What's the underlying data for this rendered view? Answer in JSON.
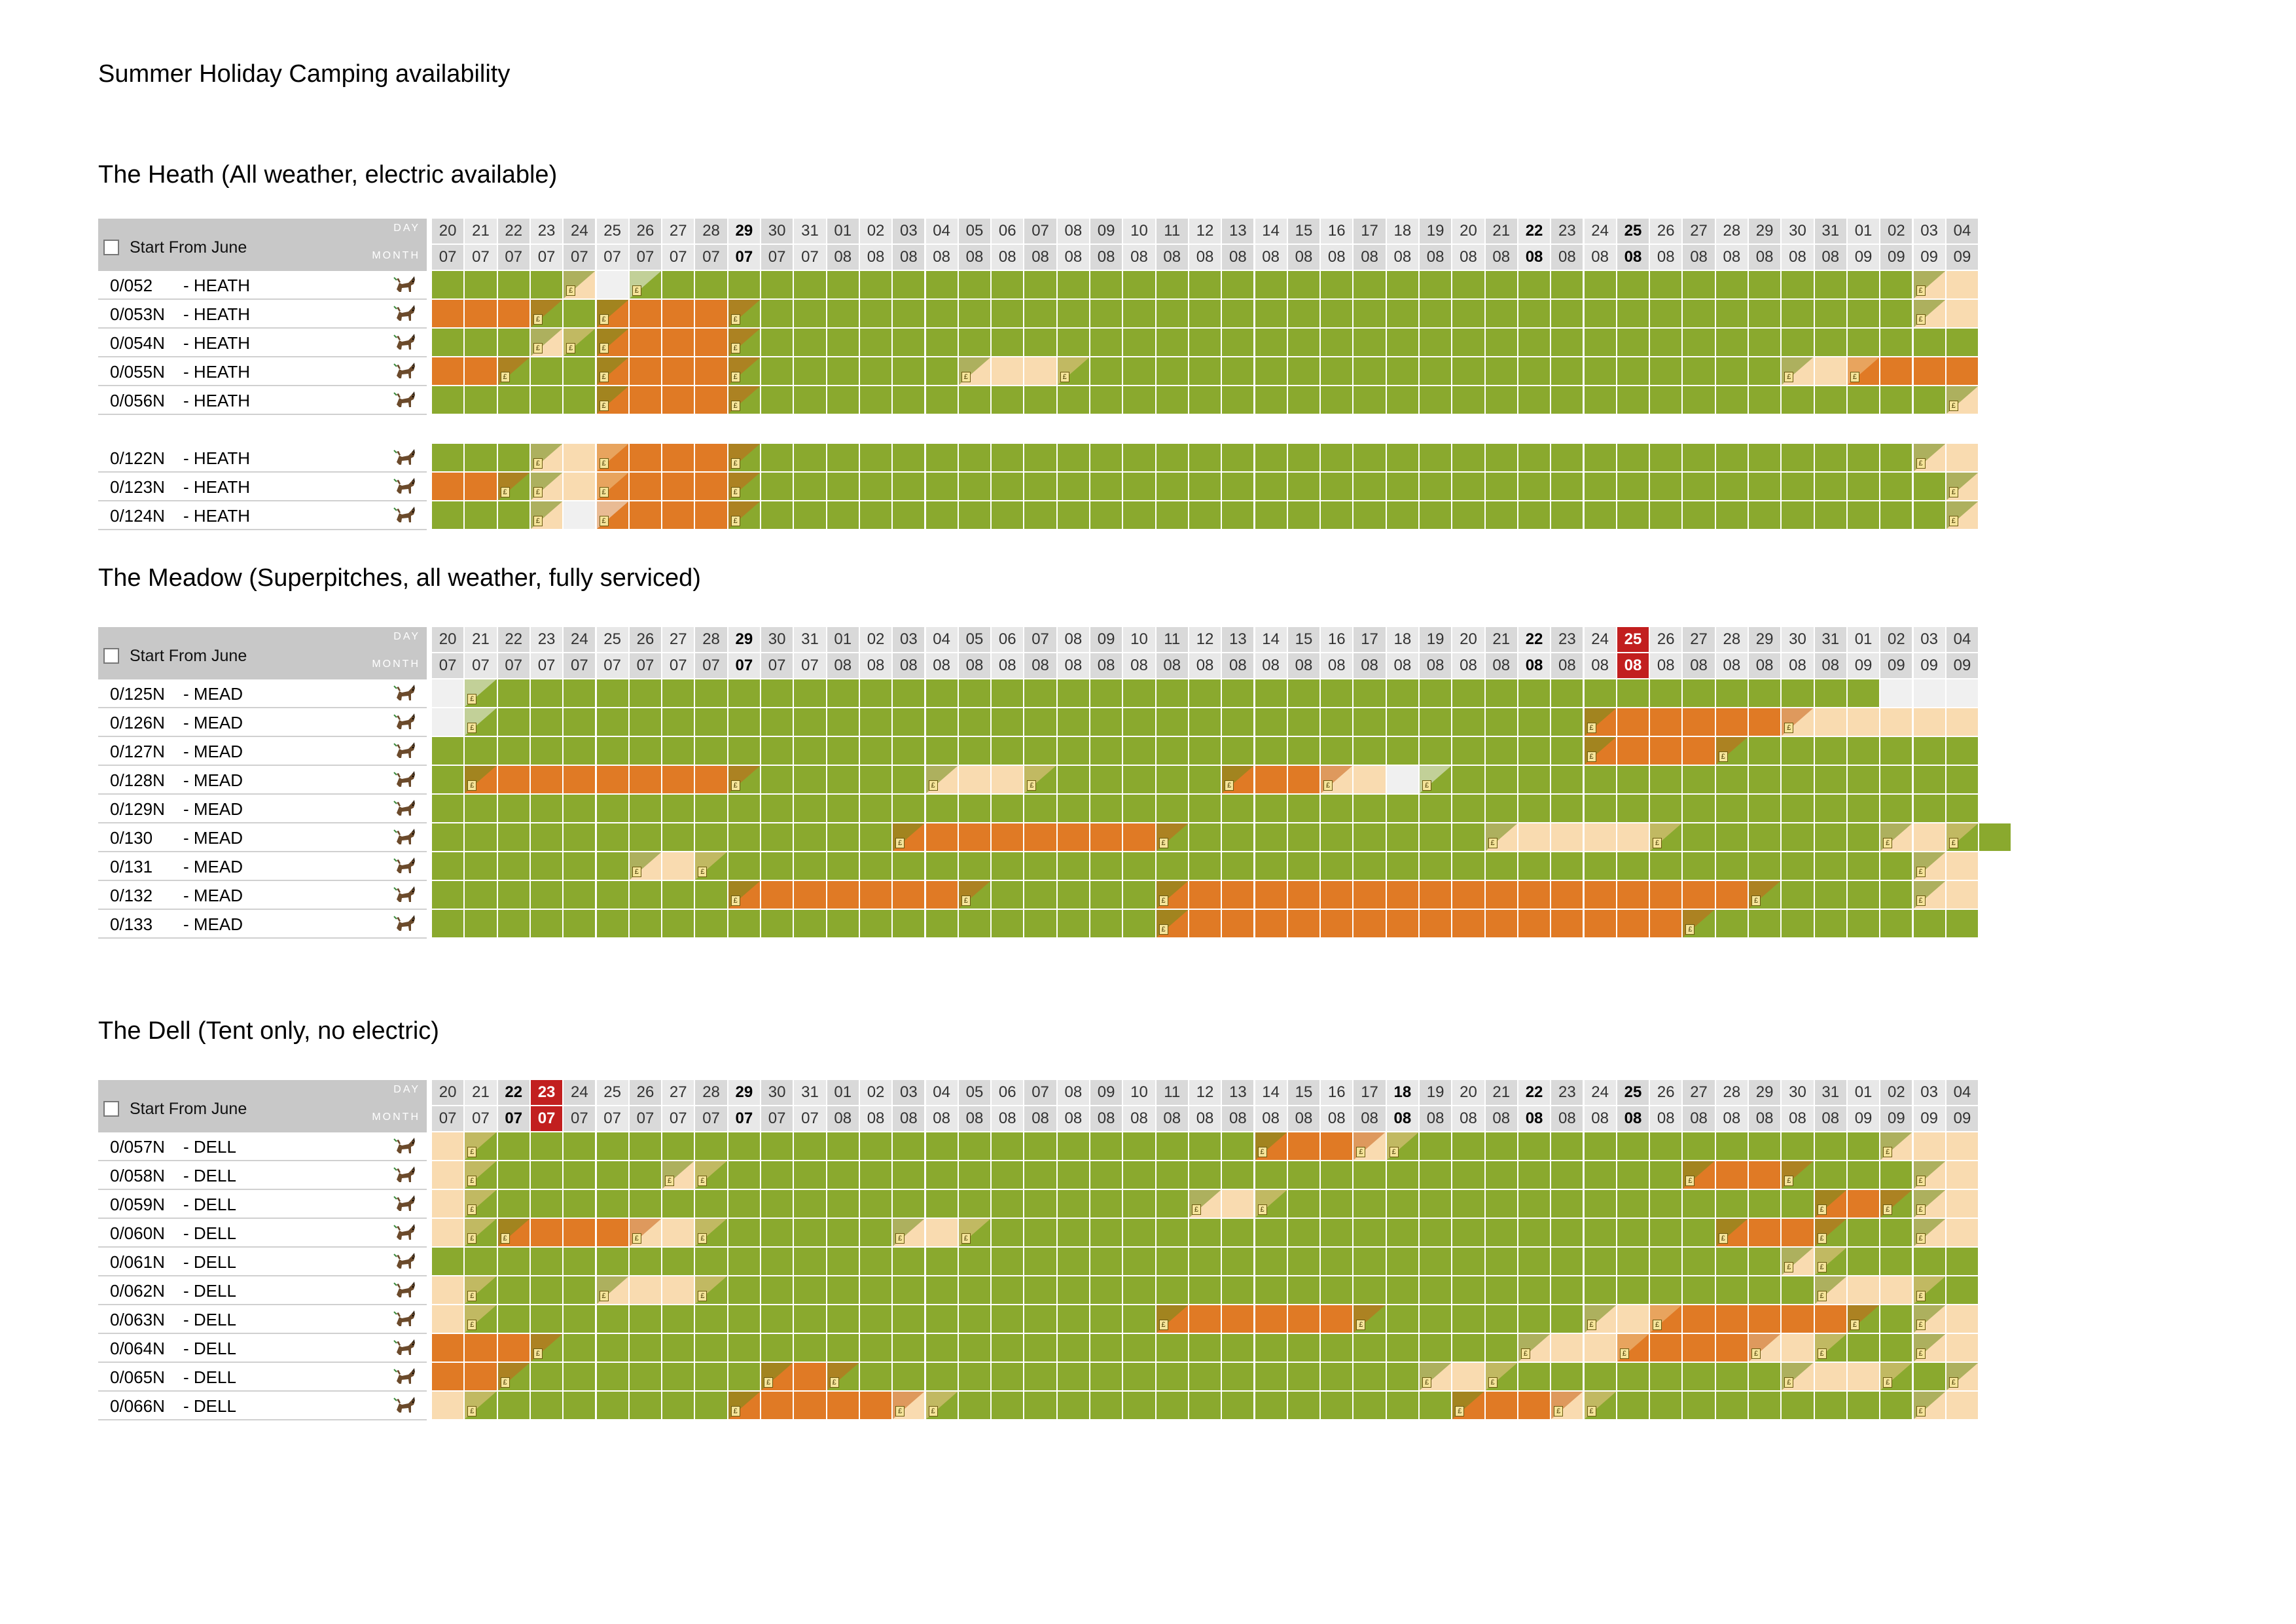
{
  "page_title": "Summer Holiday Camping availability",
  "colors": {
    "available": "#8aa92e",
    "booked": "#e07a25",
    "provisional": "#f9dbb0",
    "header_grey": "#c8c8c8",
    "highlight_red": "#c21f1f"
  },
  "header_labels": {
    "day": "DAY",
    "month": "MONTH",
    "start_from": "Start From June"
  },
  "days": [
    "20",
    "21",
    "22",
    "23",
    "24",
    "25",
    "26",
    "27",
    "28",
    "29",
    "30",
    "31",
    "01",
    "02",
    "03",
    "04",
    "05",
    "06",
    "07",
    "08",
    "09",
    "10",
    "11",
    "12",
    "13",
    "14",
    "15",
    "16",
    "17",
    "18",
    "19",
    "20",
    "21",
    "22",
    "23",
    "24",
    "25",
    "26",
    "27",
    "28",
    "29",
    "30",
    "31",
    "01",
    "02",
    "03",
    "04"
  ],
  "months": [
    "07",
    "07",
    "07",
    "07",
    "07",
    "07",
    "07",
    "07",
    "07",
    "07",
    "07",
    "07",
    "08",
    "08",
    "08",
    "08",
    "08",
    "08",
    "08",
    "08",
    "08",
    "08",
    "08",
    "08",
    "08",
    "08",
    "08",
    "08",
    "08",
    "08",
    "08",
    "08",
    "08",
    "08",
    "08",
    "08",
    "08",
    "08",
    "08",
    "08",
    "08",
    "08",
    "08",
    "09",
    "09",
    "09",
    "09"
  ],
  "sections": [
    {
      "title": "The Heath (All weather, electric available)",
      "bold_columns": [
        9,
        33,
        36
      ],
      "red_column": -1,
      "groups": [
        [
          {
            "code": "0/052",
            "site": "- HEATH",
            "cells": "GGGGPWGGGGGGGGGGGGGGGGGGGGGGGGGGGGGGGGGGGGGGGPP"
          },
          {
            "code": "0/053N",
            "site": "- HEATH",
            "cells": "OOOGGOOOOGGGGGGGGGGGGGGGGGGGGGGGGGGGGGGGGGGGGPP"
          },
          {
            "code": "0/054N",
            "site": "- HEATH",
            "cells": "GGGPGOOOOGGGGGGGGGGGGGGGGGGGGGGGGGGGGGGGGGGGGGG"
          },
          {
            "code": "0/055N",
            "site": "- HEATH",
            "cells": "OOGGGOOOOGGGGGGGPPPGGGGGGGGGGGGGGGGGGGGGGPPOOOO"
          },
          {
            "code": "0/056N",
            "site": "- HEATH",
            "cells": "GGGGGOOOOGGGGGGGGGGGGGGGGGGGGGGGGGGGGGGGGGGGGGP"
          }
        ],
        [
          {
            "code": "0/122N",
            "site": "- HEATH",
            "cells": "GGGPPOOOOGGGGGGGGGGGGGGGGGGGGGGGGGGGGGGGGGGGGPP"
          },
          {
            "code": "0/123N",
            "site": "- HEATH",
            "cells": "OOGPPOOOOGGGGGGGGGGGGGGGGGGGGGGGGGGGGGGGGGGGGGP"
          },
          {
            "code": "0/124N",
            "site": "- HEATH",
            "cells": "GGGPWOOOOGGGGGGGGGGGGGGGGGGGGGGGGGGGGGGGGGGGGGP"
          }
        ]
      ]
    },
    {
      "title": "The Meadow (Superpitches, all weather, fully serviced)",
      "bold_columns": [
        9,
        33,
        36
      ],
      "red_column": 36,
      "groups": [
        [
          {
            "code": "0/125N",
            "site": "- MEAD",
            "cells": "WGGGGGGGGGGGGGGGGGGGGGGGGGGGGGGGGGGGGGGGGGGGWWW"
          },
          {
            "code": "0/126N",
            "site": "- MEAD",
            "cells": "WGGGGGGGGGGGGGGGGGGGGGGGGGGGGGGGGGGOOOOOOPPPPPP"
          },
          {
            "code": "0/127N",
            "site": "- MEAD",
            "cells": "GGGGGGGGGGGGGGGGGGGGGGGGGGGGGGGGGGGOOOOGGGGGGGG"
          },
          {
            "code": "0/128N",
            "site": "- MEAD",
            "cells": "GOOOOOOOOGGGGGGPPPGGGGGGOOOPPWGGGGGGGGGGGGGGGGG"
          },
          {
            "code": "0/129N",
            "site": "- MEAD",
            "cells": "GGGGGGGGGGGGGGGGGGGGGGGGGGGGGGGGGGGGGGGGGGGGGGG"
          },
          {
            "code": "0/130",
            "site": "- MEAD",
            "cells": "GGGGGGGGGGGGGGOOOOOOOOGGGGGGGGGGPPPPPGGGGGGGPPGG"
          },
          {
            "code": "0/131",
            "site": "- MEAD",
            "cells": "GGGGGGPPGGGGGGGGGGGGGGGGGGGGGGGGGGGGGGGGGGGGGPP"
          },
          {
            "code": "0/132",
            "site": "- MEAD",
            "cells": "GGGGGGGGGOOOOOOOGGGGGGOOOOOOOOOOOOOOOOOOGGGGGPP"
          },
          {
            "code": "0/133",
            "site": "- MEAD",
            "cells": "GGGGGGGGGGGGGGGGGGGGGGOOOOOOOOOOOOOOOOGGGGGGGGG"
          }
        ]
      ]
    },
    {
      "title": "The Dell (Tent only, no electric)",
      "bold_columns": [
        2,
        9,
        29,
        33,
        36
      ],
      "red_column": 3,
      "groups": [
        [
          {
            "code": "0/057N",
            "site": "- DELL",
            "cells": "PGGGGGGGGGGGGGGGGGGGGGGGGOOOPGGGGGGGGGGGGGGGPPP"
          },
          {
            "code": "0/058N",
            "site": "- DELL",
            "cells": "PGGGGGGPGGGGGGGGGGGGGGGGGGGGGGGGGGGGGGOOOGGGGPP"
          },
          {
            "code": "0/059N",
            "site": "- DELL",
            "cells": "PGGGGGGGGGGGGGGGGGGGGGGPPGGGGGGGGGGGGGGGGGOOGPP"
          },
          {
            "code": "0/060N",
            "site": "- DELL",
            "cells": "PGOOOOPPGGGGGGPPGGGGGGGGGGGGGGGGGGGGGGGOOOGGGPP"
          },
          {
            "code": "0/061N",
            "site": "- DELL",
            "cells": "GGGGGGGGGGGGGGGGGGGGGGGGGGGGGGGGGGGGGGGGGPGGGGG"
          },
          {
            "code": "0/062N",
            "site": "- DELL",
            "cells": "PGGGGPPPGGGGGGGGGGGGGGGGGGGGGGGGGGGGGGGGGGPPPGG"
          },
          {
            "code": "0/063N",
            "site": "- DELL",
            "cells": "PGGGGGGGGGGGGGGGGGGGGGOOOOOOGGGGGGGPPOOOOOOGGPP"
          },
          {
            "code": "0/064N",
            "site": "- DELL",
            "cells": "OOOGGGGGGGGGGGGGGGGGGGGGGGGGGGGGGPPPOOOOPPGGGPP"
          },
          {
            "code": "0/065N",
            "site": "- DELL",
            "cells": "OOGGGGGGGGOOGGGGGGGGGGGGGGGGGGPPGGGGGGGGGPPPGGP"
          },
          {
            "code": "0/066N",
            "site": "- DELL",
            "cells": "PGGGGGGGGOOOOOPGGGGGGGGGGGGGGGGOOOPGGGGGGGGGGPP"
          }
        ]
      ]
    }
  ]
}
